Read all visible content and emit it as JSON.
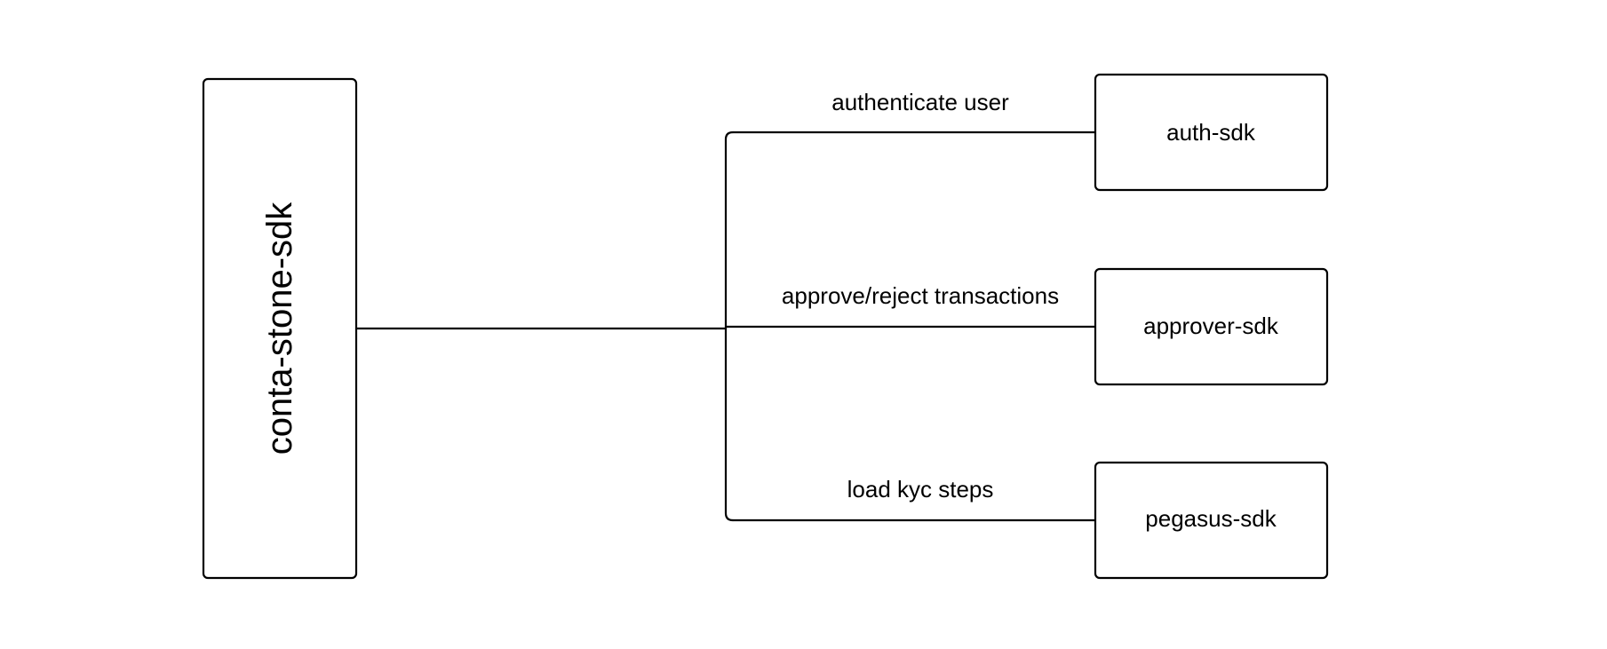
{
  "diagram": {
    "main_node": {
      "label": "conta-stone-sdk"
    },
    "branches": [
      {
        "edge_label": "authenticate user",
        "node_label": "auth-sdk"
      },
      {
        "edge_label": "approve/reject transactions",
        "node_label": "approver-sdk"
      },
      {
        "edge_label": "load kyc steps",
        "node_label": "pegasus-sdk"
      }
    ]
  }
}
